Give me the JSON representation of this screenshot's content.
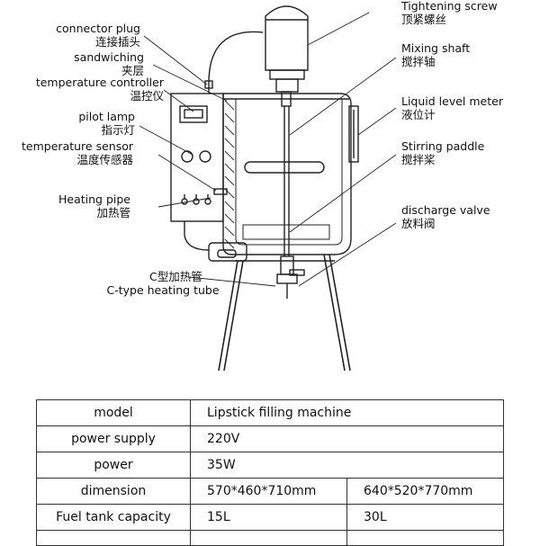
{
  "labels": {
    "tightening_screw": {
      "en": "Tightening screw",
      "zh": "顶紧螺丝"
    },
    "connector_plug": {
      "en": "connector plug",
      "zh": "连接插头"
    },
    "sandwiching": {
      "en": "sandwiching",
      "zh": "夹层"
    },
    "temperature_controller": {
      "en": "temperature controller",
      "zh": "温控仪"
    },
    "pilot_lamp": {
      "en": "pilot lamp",
      "zh": "指示灯"
    },
    "temperature_sensor": {
      "en": "temperature sensor",
      "zh": "温度传感器"
    },
    "heating_pipe": {
      "en": "Heating pipe",
      "zh": "加热管"
    },
    "mixing_shaft": {
      "en": "Mixing shaft",
      "zh": "搅拌轴"
    },
    "liquid_level_meter": {
      "en": "Liquid level meter",
      "zh": "液位计"
    },
    "stirring_paddle": {
      "en": "Stirring paddle",
      "zh": "搅拌桨"
    },
    "discharge_valve": {
      "en": "discharge valve",
      "zh": "放料阀"
    },
    "c_heating_tube": {
      "zh": "C型加热管",
      "en": "C-type heating tube"
    }
  },
  "spec_table": {
    "rows": [
      {
        "key": "model",
        "values": [
          "Lipstick filling machine"
        ]
      },
      {
        "key": "power supply",
        "values": [
          "220V"
        ]
      },
      {
        "key": "power",
        "values": [
          "35W"
        ]
      },
      {
        "key": "dimension",
        "values": [
          "570*460*710mm",
          "640*520*770mm"
        ]
      },
      {
        "key": "Fuel tank capacity",
        "values": [
          "15L",
          "30L"
        ]
      }
    ]
  }
}
